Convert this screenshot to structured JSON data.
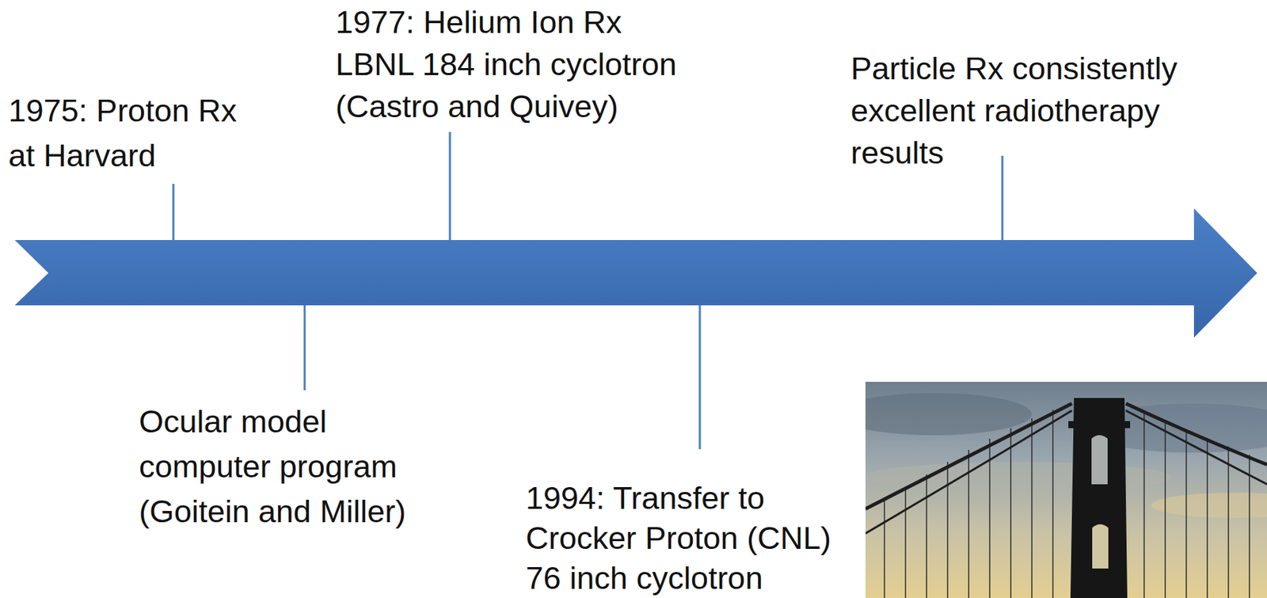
{
  "diagram": {
    "labels": [
      "1975: Proton Rx at Harvard",
      "1977: Helium Ion Rx LBNL 184 inch cyclotron (Castro and Quivey)",
      "Particle Rx consistently excellent radiotherapy results",
      "Ocular model computer program (Goitein and Miller)",
      "1994: Transfer to Crocker Proton (CNL) 76 inch cyclotron"
    ]
  }
}
